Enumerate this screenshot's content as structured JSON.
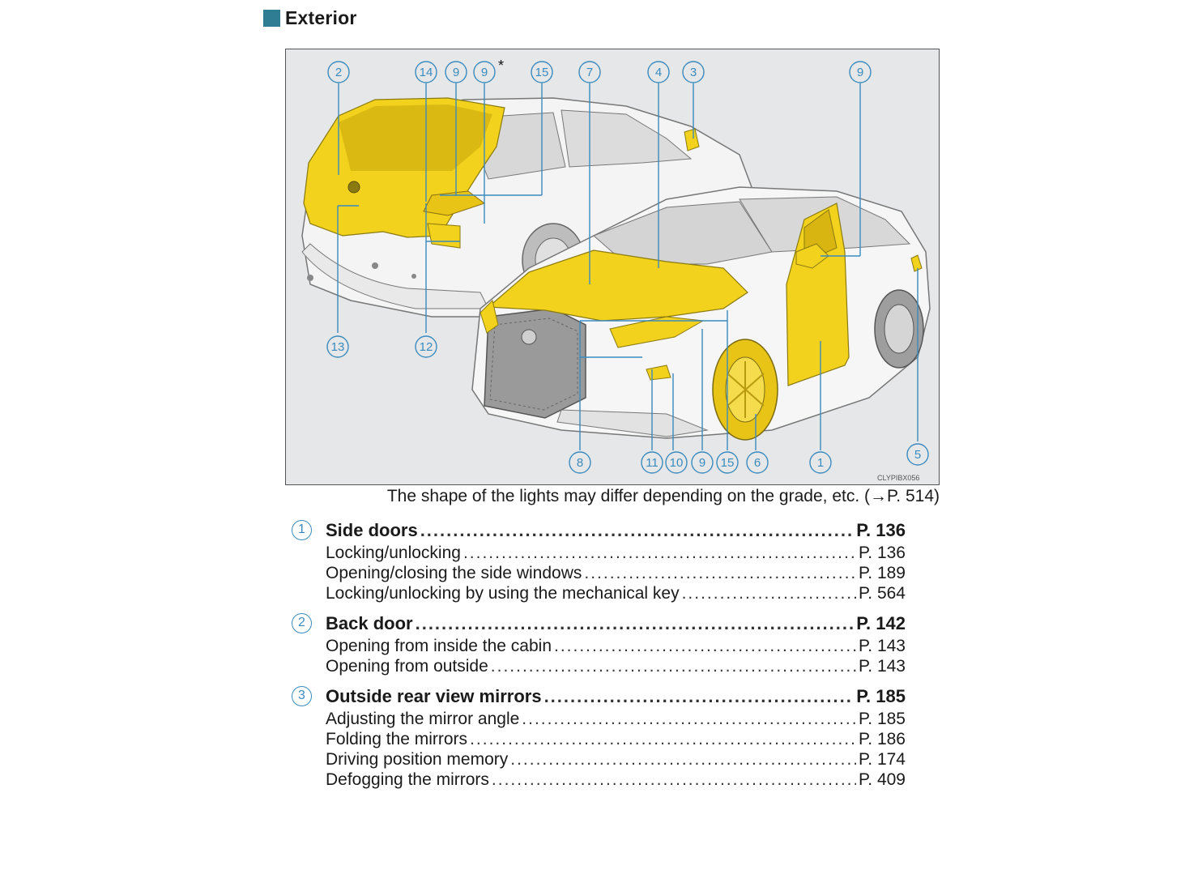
{
  "section": {
    "title": "Exterior",
    "accent_color": "#2e7d93"
  },
  "figure": {
    "code": "CLYPIBX056",
    "asterisk": "*",
    "highlight_color": "#f2d21c",
    "callout_color": "#3a8bbf",
    "callouts": [
      "2",
      "14",
      "9",
      "9",
      "15",
      "7",
      "4",
      "3",
      "9",
      "13",
      "12",
      "8",
      "11",
      "10",
      "9",
      "15",
      "6",
      "1",
      "5"
    ]
  },
  "caption": "The shape of the lights may differ depending on the grade, etc. (→P. 514)",
  "toc": [
    {
      "number": "1",
      "title": "Side doors",
      "page": "P. 136",
      "items": [
        {
          "label": "Locking/unlocking",
          "page": "P. 136"
        },
        {
          "label": "Opening/closing the side windows",
          "page": "P. 189"
        },
        {
          "label": "Locking/unlocking by using the mechanical key",
          "page": "P. 564"
        }
      ]
    },
    {
      "number": "2",
      "title": "Back door",
      "page": "P. 142",
      "items": [
        {
          "label": "Opening from inside the cabin",
          "page": "P. 143"
        },
        {
          "label": "Opening from outside",
          "page": "P. 143"
        }
      ]
    },
    {
      "number": "3",
      "title": "Outside rear view mirrors",
      "page": "P. 185",
      "items": [
        {
          "label": "Adjusting the mirror angle",
          "page": "P. 185"
        },
        {
          "label": "Folding the mirrors",
          "page": "P. 186"
        },
        {
          "label": "Driving position memory",
          "page": "P. 174"
        },
        {
          "label": "Defogging the mirrors",
          "page": "P. 409"
        }
      ]
    }
  ]
}
